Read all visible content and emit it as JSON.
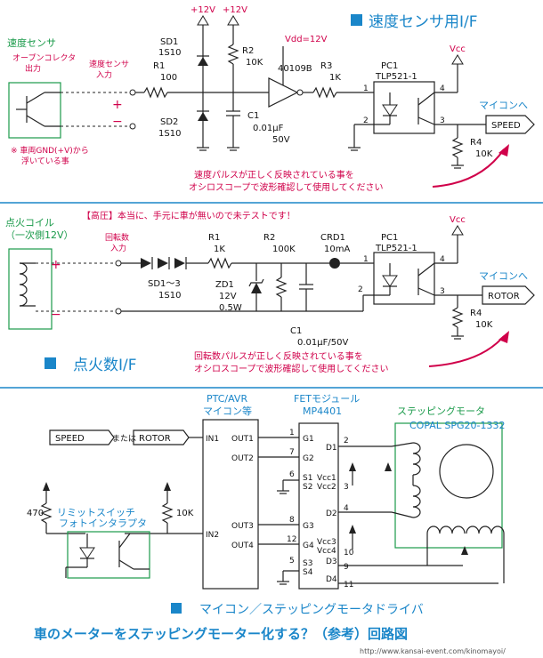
{
  "sec1": {
    "title": "速度センサ用I/F",
    "sensor_label": "速度センサ",
    "sensor_sub1": "オープンコレクタ",
    "sensor_sub2": "出力",
    "input_label1": "速度センサ",
    "input_label2": "入力",
    "note1": "※ 車両GND(+V)から",
    "note2": "浮いている事",
    "plus": "+",
    "minus": "−",
    "v12a": "+12V",
    "v12b": "+12V",
    "vdd": "Vdd=12V",
    "vcc": "Vcc",
    "r1": "R1",
    "r1v": "100",
    "sd1": "SD1",
    "sd1v": "1S10",
    "sd2": "SD2",
    "sd2v": "1S10",
    "r2": "R2",
    "r2v": "10K",
    "ic": "40109B",
    "r3": "R3",
    "r3v": "1K",
    "c1": "C1",
    "c1v": "0.01μF",
    "c1v2": "50V",
    "pc1": "PC1",
    "pc1v": "TLP521-1",
    "pin1": "1",
    "pin2": "2",
    "pin3": "3",
    "pin4": "4",
    "r4": "R4",
    "r4v": "10K",
    "micom": "マイコンへ",
    "out": "SPEED",
    "note3": "速度パルスが正しく反映されている事を",
    "note4": "オシロスコープで波形確認して使用してください"
  },
  "sec2": {
    "title": "点火数I/F",
    "warn": "【高圧】本当に、手元に車が無いので未テストです！",
    "coil1": "点火コイル",
    "coil2": "（一次側12V）",
    "input1": "回転数",
    "input2": "入力",
    "plus": "+",
    "minus": "−",
    "r1": "R1",
    "r1v": "1K",
    "r2": "R2",
    "r2v": "100K",
    "crd": "CRD1",
    "crdv": "10mA",
    "sd": "SD1～3",
    "sdv": "1S10",
    "zd": "ZD1",
    "zdv": "12V",
    "zdv2": "0.5W",
    "c1": "C1",
    "c1v": "0.01μF/50V",
    "pc1": "PC1",
    "pc1v": "TLP521-1",
    "vcc": "Vcc",
    "pin1": "1",
    "pin2": "2",
    "pin3": "3",
    "pin4": "4",
    "r4": "R4",
    "r4v": "10K",
    "micom": "マイコンへ",
    "out": "ROTOR",
    "note1": "回転数パルスが正しく反映されている事を",
    "note2": "オシロスコープで波形確認して使用してください"
  },
  "sec3": {
    "title": "マイコン／ステッピングモータドライバ",
    "speed": "SPEED",
    "or": "または",
    "rotor": "ROTOR",
    "mcu1": "PTC/AVR",
    "mcu2": "マイコン等",
    "fet1": "FETモジュール",
    "fet2": "MP4401",
    "motor1": "ステッピングモータ",
    "motor2": "COPAL SPG20-1332",
    "limit1": "リミットスイッチ",
    "limit2": "フォトインタラプタ",
    "r470": "470",
    "r10k": "10K",
    "in1": "IN1",
    "in2": "IN2",
    "out1": "OUT1",
    "out2": "OUT2",
    "out3": "OUT3",
    "out4": "OUT4",
    "g1": "G1",
    "g2": "G2",
    "s1": "S1",
    "s2": "S2",
    "g3": "G3",
    "g4": "G4",
    "s3": "S3",
    "s4": "S4",
    "d1": "D1",
    "vcc1": "Vcc1",
    "vcc2": "Vcc2",
    "d2": "D2",
    "vcc3": "Vcc3",
    "vcc4": "Vcc4",
    "d3": "D3",
    "d4": "D4",
    "p1": "1",
    "p5": "5",
    "p6": "6",
    "p7": "7",
    "p8": "8",
    "p12": "12",
    "p2": "2",
    "p3": "3",
    "p4": "4",
    "p10": "10",
    "p9": "9",
    "p11": "11"
  },
  "footer": {
    "title": "車のメーターをステッピングモーター化する？（参考）回路図",
    "url": "http://www.kansai-event.com/kinomayoi/"
  },
  "colors": {
    "accent": "#1a86c9",
    "red": "#d0004a",
    "green": "#1a9a4a",
    "line": "#222222"
  }
}
